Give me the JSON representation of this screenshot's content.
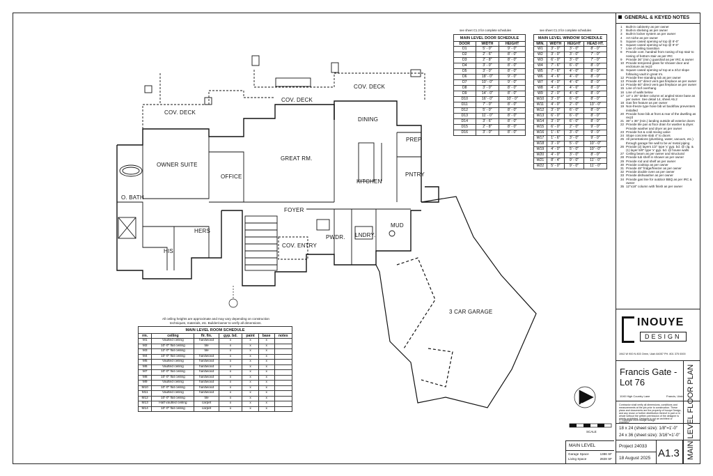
{
  "rooms": {
    "cov_deck_left": "COV. DECK",
    "cov_deck_center": "COV. DECK",
    "cov_deck_right": "COV. DECK",
    "dining": "DINING",
    "prep": "PREP",
    "owner_suite": "OWNER SUITE",
    "office": "OFFICE",
    "great_rm": "GREAT RM.",
    "kitchen": "KITCHEN",
    "pntry": "PNTRY",
    "o_bath": "O. BATH",
    "foyer": "FOYER",
    "hers": "HERS",
    "his": "HIS",
    "cov_entry": "COV. ENTRY",
    "pwdr": "PWDR.",
    "lndry": "LNDRY.",
    "mud": "MUD",
    "garage": "3 CAR GARAGE"
  },
  "door_schedule": {
    "note": "see sheet C1.3 for complete schedules",
    "title": "MAIN LEVEL DOOR SCHEDULE",
    "headers": [
      "DOOR",
      "WIDTH",
      "HEIGHT"
    ],
    "rows": [
      [
        "D1",
        "5' - 0\"",
        "9' - 0\""
      ],
      [
        "D2",
        "2' - 6\"",
        "8' - 0\""
      ],
      [
        "D3",
        "2' - 8\"",
        "8' - 0\""
      ],
      [
        "D4",
        "3' - 0\"",
        "8' - 0\""
      ],
      [
        "D5",
        "3' - 0\"",
        "8' - 0\""
      ],
      [
        "D6",
        "18' - 0\"",
        "9' - 0\""
      ],
      [
        "D7",
        "10' - 0\"",
        "9' - 0\""
      ],
      [
        "D8",
        "3' - 0\"",
        "8' - 0\""
      ],
      [
        "D9",
        "14' - 0\"",
        "8' - 0\""
      ],
      [
        "D10",
        "16' - 0\"",
        "10' - 0\""
      ],
      [
        "D11",
        "7' - 0\"",
        "8' - 0\""
      ],
      [
        "D12",
        "5' - 0\"",
        "8' - 0\""
      ],
      [
        "D13",
        "11' - 0\"",
        "8' - 0\""
      ],
      [
        "D14",
        "3' - 6\"",
        "8' - 0\""
      ],
      [
        "D15",
        "2' - 8\"",
        "8' - 0\""
      ],
      [
        "D16",
        "3' - 0\"",
        "8' - 0\""
      ]
    ]
  },
  "window_schedule": {
    "note": "see sheet C1.3 for complete schedules",
    "title": "MAIN LEVEL WINDOW SCHEDULE",
    "headers": [
      "WIN.",
      "WIDTH",
      "HEIGHT",
      "HEAD HT."
    ],
    "rows": [
      [
        "W1",
        "3' - 0\"",
        "3' - 0\"",
        "8' - 0\""
      ],
      [
        "W2",
        "3' - 0\"",
        "3' - 0\"",
        "7' - 0\""
      ],
      [
        "W3",
        "6' - 0\"",
        "3' - 0\"",
        "7' - 0\""
      ],
      [
        "W4",
        "7' - 6\"",
        "6' - 0\"",
        "8' - 0\""
      ],
      [
        "W5",
        "7' - 6\"",
        "4' - 0\"",
        "8' - 0\""
      ],
      [
        "W6",
        "4' - 6\"",
        "4' - 0\"",
        "8' - 0\""
      ],
      [
        "W7",
        "4' - 0\"",
        "4' - 6\"",
        "8' - 0\""
      ],
      [
        "W8",
        "4' - 0\"",
        "4' - 6\"",
        "8' - 0\""
      ],
      [
        "W9",
        "2' - 0\"",
        "4' - 6\"",
        "8' - 0\""
      ],
      [
        "W10",
        "3' - 0\"",
        "6' - 0\"",
        "8' - 0\""
      ],
      [
        "W11",
        "4' - 0\"",
        "2' - 0\"",
        "13' - 0\""
      ],
      [
        "W12",
        "3' - 0\"",
        "6' - 0\"",
        "8' - 0\""
      ],
      [
        "W13",
        "6' - 0\"",
        "6' - 0\"",
        "8' - 0\""
      ],
      [
        "W14",
        "3' - 0\"",
        "6' - 0\"",
        "8' - 0\""
      ],
      [
        "W15",
        "6' - 0\"",
        "2' - 0\"",
        "9' - 0\""
      ],
      [
        "W16",
        "1' - 6\"",
        "3' - 0\"",
        "9' - 0\""
      ],
      [
        "W17",
        "1' - 6\"",
        "3' - 0\"",
        "9' - 0\""
      ],
      [
        "W18",
        "3' - 0\"",
        "5' - 0\"",
        "10' - 0\""
      ],
      [
        "W19",
        "4' - 0\"",
        "5' - 0\"",
        "10' - 0\""
      ],
      [
        "W20",
        "4' - 0\"",
        "3' - 0\"",
        "8' - 0\""
      ],
      [
        "W21",
        "8' - 4\"",
        "9' - 0\"",
        "11' - 0\""
      ],
      [
        "W22",
        "5' - 0\"",
        "9' - 0\"",
        "11' - 0\""
      ]
    ]
  },
  "room_schedule": {
    "disclaimer_1": "All ceiling heights are approximate and may vary depending on construction",
    "disclaimer_2": "techniques, materials, etc. Builder/owner to verify all dimensions.",
    "title": "MAIN LEVEL ROOM SCHEDULE",
    "headers": [
      "rm.",
      "ceiling",
      "flr. fin.",
      "gyp. bd.",
      "paint",
      "base",
      "notes"
    ],
    "rows": [
      [
        "M1",
        "Vaulted ceiling",
        "hardwood",
        "x",
        "x",
        "x",
        ""
      ],
      [
        "M2",
        "10'-0\" flat ceiling",
        "tile",
        "x",
        "x",
        "x",
        ""
      ],
      [
        "M3",
        "12'-0\" flat ceiling",
        "tile",
        "x",
        "x",
        "x",
        ""
      ],
      [
        "M4",
        "10'-0\" flat ceiling",
        "hardwood",
        "x",
        "x",
        "x",
        ""
      ],
      [
        "M5",
        "Vaulted ceiling",
        "hardwood",
        "x",
        "x",
        "x",
        ""
      ],
      [
        "M6",
        "Vaulted ceiling",
        "hardwood",
        "x",
        "x",
        "x",
        ""
      ],
      [
        "M7",
        "10'-0\" flat ceiling",
        "hardwood",
        "x",
        "x",
        "x",
        ""
      ],
      [
        "M8",
        "10'-0\" flat ceiling",
        "hardwood",
        "x",
        "x",
        "x",
        ""
      ],
      [
        "M9",
        "Vaulted ceiling",
        "hardwood",
        "x",
        "x",
        "x",
        ""
      ],
      [
        "M10",
        "10'-0\" flat ceiling",
        "hardwood",
        "x",
        "x",
        "x",
        ""
      ],
      [
        "M11",
        "Vaulted ceiling",
        "hardwood",
        "x",
        "x",
        "x",
        ""
      ],
      [
        "M12",
        "10'-0\" flat ceiling",
        "tile",
        "x",
        "x",
        "x",
        ""
      ],
      [
        "M13",
        "Half vaulted ceiling",
        "carpet",
        "x",
        "x",
        "x",
        ""
      ],
      [
        "M14",
        "10'-0\" flat ceiling",
        "carpet",
        "x",
        "x",
        "x",
        ""
      ]
    ]
  },
  "general_notes": {
    "title": "GENERAL & KEYED NOTES",
    "items": [
      [
        "1",
        "Built-in cabinetry as per owner"
      ],
      [
        "2",
        "Built-in shelving as per owner"
      ],
      [
        "3",
        "Built-in locker system as per owner"
      ],
      [
        "4",
        "Art niche as per owner"
      ],
      [
        "5",
        "Square cased opening w/ top @ 8'-0\""
      ],
      [
        "6",
        "Square cased opening w/ top @ 9'-0\""
      ],
      [
        "7",
        "Line of ceiling transition"
      ],
      [
        "8",
        "Provide cont. handrail from nosing of top stair to nosing of bottom stair as per IRC"
      ],
      [
        "9",
        "Provide 36\" (min.) guardrail as per IRC & owner"
      ],
      [
        "10",
        "Provide tempered glass for shower door and enclosure as req'd"
      ],
      [
        "11",
        "Square cased opening w/ top at a 2/12 slope following vault in great rm."
      ],
      [
        "12",
        "Provide free standing tub as per owner"
      ],
      [
        "13",
        "Provide 42\" direct vent gas fireplace as per owner"
      ],
      [
        "14",
        "Provide 60\" direct vent gas fireplace as per owner"
      ],
      [
        "15",
        "Line of roof overhang"
      ],
      [
        "16",
        "Line of walls below"
      ],
      [
        "17",
        "14\" x 26\" timber column w/ angled stone base as per owner. See detail 14, sheet A5.2"
      ],
      [
        "18",
        "Gas fire feature as per owner"
      ],
      [
        "19",
        "Non-freeze type hose bib w/ backflow preventers installed"
      ],
      [
        "20",
        "Provide hose bib at front & rear of the dwelling as req'd"
      ],
      [
        "21",
        "36\" x 36\" (min.) landing outside all exterior doors"
      ],
      [
        "22",
        "Provide tile pan & floor drain for washer & dryer. Provide washer and dryer as per owner"
      ],
      [
        "23",
        "Provide hot & cold mixing valve"
      ],
      [
        "24",
        "Slope concrete slab 4\" to doors"
      ],
      [
        "25",
        "All penetrations (plumbing, water, vacuum, etc.) through garage fire wall to be w/ metal piping"
      ],
      [
        "26",
        "Provide (2) layers 1/2\" type 'x' gyp. bd. @ clg. & (1) layer 5/8\" type 'x' gyp. bd. @ house walls"
      ],
      [
        "27",
        "Ceiling beam as per owner and structural"
      ],
      [
        "28",
        "Provide tub shelf in shower as per owner"
      ],
      [
        "29",
        "Provide rod and shelf as per owner"
      ],
      [
        "30",
        "Provide cooktop as per owner"
      ],
      [
        "31",
        "Provide 48\" fridge/freezer as per owner"
      ],
      [
        "32",
        "Provide double oven as per owner"
      ],
      [
        "33",
        "Provide dishwasher as per owner"
      ],
      [
        "34",
        "Provide gas line for outdoor BBQ as per IRC & owner"
      ],
      [
        "35",
        "12\"x18\" column with finish as per owner"
      ]
    ]
  },
  "firm": {
    "name": "INOUYE",
    "name_sub": "DESIGN",
    "address": "1942 W 900 N 803 Orem, Utah 84057   PH. 801 375 0000"
  },
  "project": {
    "name": "Francis Gate - Lot 76",
    "address": "1040 High Country Lane",
    "city": "Francis, Utah",
    "disclaimer": "Contractor shall verify all dimensions, conditions and measurements at the job prior to construction. These plans and documents are the property of Inouye Design, and any reuse or further distribution thereof in part or in whole without the written permission of the designer is strictly prohibited. Designer is not an architect or engineer.",
    "copyright": "© Copyright 2025 Inouye Design",
    "scale_1": "18 x 24 (sheet size): 1/8\"=1'-0\"",
    "scale_2": "24 x 36 (sheet size): 3/16\"=1'-0\"",
    "project_no": "Project 24033",
    "date": "18 August 2025",
    "sheet_no": "A1.3",
    "sheet_title": "MAIN LEVEL FLOOR PLAN"
  },
  "area_summary": {
    "title": "MAIN LEVEL",
    "garage_label": "Garage Space",
    "garage_value": "1386 SF",
    "living_label": "Living Space",
    "living_value": "2828 SF"
  },
  "north_label": "NORTH",
  "scale_label": "SCALE",
  "colors": {
    "ink": "#111111",
    "paper": "#ffffff",
    "hatch": "#555555"
  }
}
